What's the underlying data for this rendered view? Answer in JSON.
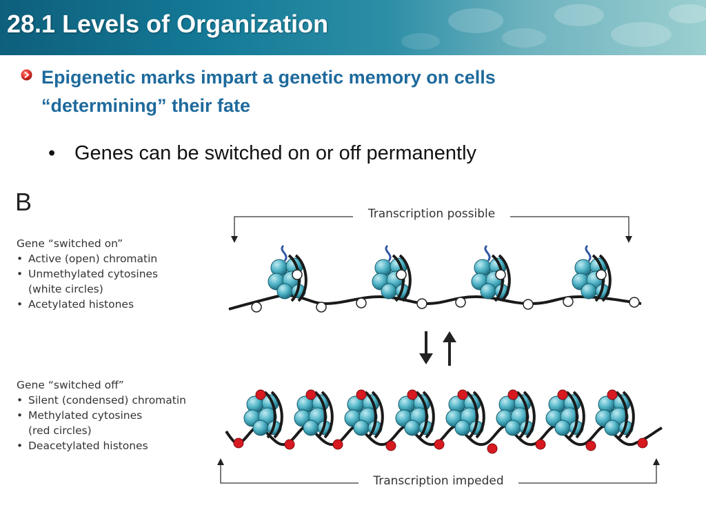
{
  "header": {
    "title": "28.1 Levels of Organization"
  },
  "main_point": {
    "line1": "Epigenetic marks impart a genetic memory on cells",
    "line2": "“determining” their fate"
  },
  "sub_point": {
    "bullet": "•",
    "text": "Genes can be switched on or off permanently"
  },
  "figure": {
    "panel_letter": "B",
    "label_top": "Transcription possible",
    "label_bottom": "Transcription impeded",
    "legend_on": {
      "title": "Gene “switched on”",
      "items": [
        "Active (open) chromatin",
        "Unmethylated cytosines",
        "(white circles)",
        "Acetylated histones"
      ]
    },
    "legend_off": {
      "title": "Gene “switched off”",
      "items": [
        "Silent (condensed) chromatin",
        "Methylated cytosines",
        "(red circles)",
        "Deacetylated histones"
      ]
    },
    "colors": {
      "header_bg": "#147a97",
      "point_text": "#1e6a9c",
      "histone": "#4fb3c6",
      "methyl_mark": "#d71920",
      "acetyl_tail": "#2f55a4",
      "dna": "#1a1a1a"
    }
  }
}
